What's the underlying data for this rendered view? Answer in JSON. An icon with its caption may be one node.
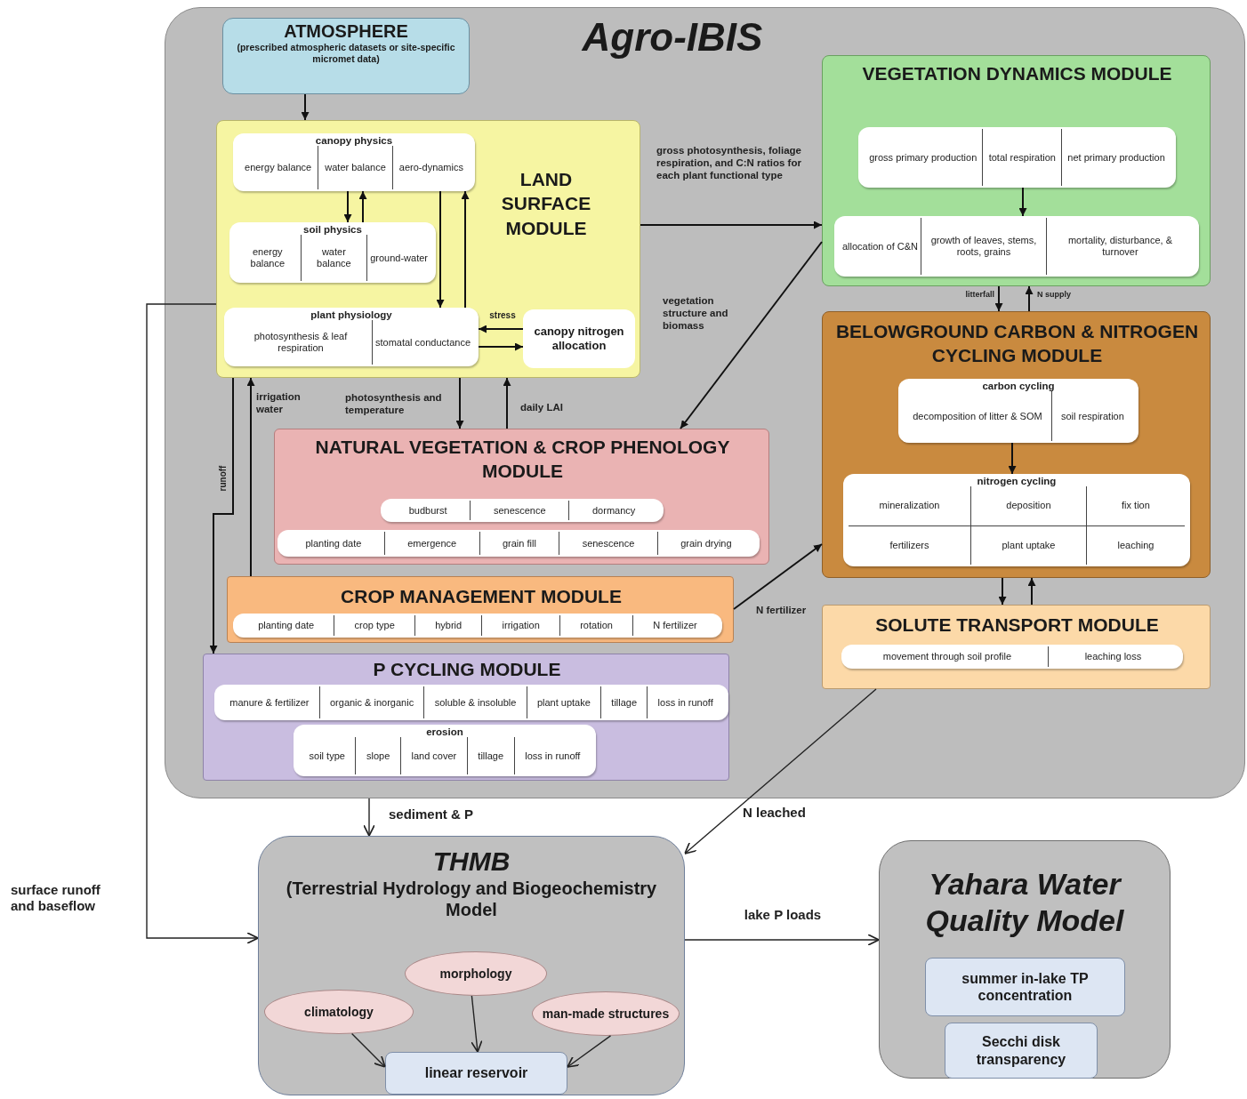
{
  "diagram": {
    "nodes": [
      {
        "text": [
          "Agro-IBIS"
        ]
      },
      {
        "text": [
          "ATMOSPHERE",
          "(prescribed atmospheric datasets or site-specific micromet data)"
        ],
        "in": 0
      },
      {
        "text": [
          "LAND SURFACE MODULE"
        ],
        "in": 0
      },
      {
        "text": [
          "canopy physics",
          "energy balance",
          "water balance",
          "aero-dynamics"
        ],
        "in": 2
      },
      {
        "text": [
          "soil physics",
          "energy balance",
          "water balance",
          "ground-water"
        ],
        "in": 2
      },
      {
        "text": [
          "plant physiology",
          "photosynthesis & leaf respiration",
          "stomatal conductance"
        ],
        "in": 2
      },
      {
        "text": [
          "canopy nitrogen allocation"
        ],
        "in": 2
      },
      {
        "text": [
          "VEGETATION DYNAMICS MODULE"
        ],
        "in": 0
      },
      {
        "text": [
          "gross primary production",
          "total respiration",
          "net primary production"
        ],
        "in": 7
      },
      {
        "text": [
          "allocation of C&N",
          "growth of leaves, stems, roots, grains",
          "mortality, disturbance, & turnover"
        ],
        "in": 7
      },
      {
        "text": [
          "BELOWGROUND CARBON & NITROGEN CYCLING MODULE"
        ],
        "in": 0
      },
      {
        "text": [
          "carbon cycling",
          "decomposition of litter & SOM",
          "soil respiration"
        ],
        "in": 10
      },
      {
        "text": [
          "nitrogen cycling",
          "mineralization",
          "deposition",
          "fix tion",
          "fertilizers",
          "plant uptake",
          "leaching"
        ],
        "in": 10
      },
      {
        "text": [
          "SOLUTE TRANSPORT MODULE"
        ],
        "in": 0
      },
      {
        "text": [
          "movement through soil profile",
          "leaching loss"
        ],
        "in": 13
      },
      {
        "text": [
          "NATURAL VEGETATION & CROP PHENOLOGY MODULE"
        ],
        "in": 0
      },
      {
        "text": [
          "budburst",
          "senescence",
          "dormancy"
        ],
        "in": 15
      },
      {
        "text": [
          "planting date",
          "emergence",
          "grain fill",
          "senescence",
          "grain drying"
        ],
        "in": 15
      },
      {
        "text": [
          "CROP MANAGEMENT MODULE"
        ],
        "in": 0
      },
      {
        "text": [
          "planting date",
          "crop type",
          "hybrid",
          "irrigation",
          "rotation",
          "N fertilizer"
        ],
        "in": 18
      },
      {
        "text": [
          "P CYCLING MODULE"
        ],
        "in": 0
      },
      {
        "text": [
          "manure & fertilizer",
          "organic & inorganic",
          "soluble & insoluble",
          "plant uptake",
          "tillage",
          "loss in runoff"
        ],
        "in": 20
      },
      {
        "text": [
          "erosion",
          "soil type",
          "slope",
          "land cover",
          "tillage",
          "loss in runoff"
        ],
        "in": 20
      },
      {
        "text": [
          "THMB",
          "(Terrestrial Hydrology and Biogeochemistry Model"
        ]
      },
      {
        "text": [
          "morphology"
        ],
        "in": 23
      },
      {
        "text": [
          "climatology"
        ],
        "in": 23
      },
      {
        "text": [
          "man-made structures"
        ],
        "in": 23
      },
      {
        "text": [
          "linear reservoir"
        ],
        "in": 23
      },
      {
        "text": [
          "Yahara Water Quality Model"
        ]
      },
      {
        "text": [
          "summer in-lake TP concentration"
        ],
        "in": 28
      },
      {
        "text": [
          "Secchi disk transparency"
        ],
        "in": 28
      }
    ],
    "edges": [
      {
        "from": 1,
        "to": 2,
        "arrow": "to"
      },
      {
        "from": 3,
        "to": 4,
        "arrow": "to"
      },
      {
        "from": 4,
        "to": 3,
        "arrow": "to"
      },
      {
        "from": 3,
        "to": 5,
        "arrow": "to"
      },
      {
        "from": 5,
        "to": 3,
        "arrow": "to"
      },
      {
        "from": 6,
        "to": 5,
        "arrow": "to",
        "label": "stress"
      },
      {
        "from": 5,
        "to": 6,
        "arrow": "to"
      },
      {
        "from": 2,
        "to": 7,
        "arrow": "to",
        "label": "gross photosynthesis, foliage respiration, and C:N ratios for each plant functional type"
      },
      {
        "from": 7,
        "to": 15,
        "arrow": "to",
        "label": "vegetation structure and biomass"
      },
      {
        "from": 8,
        "to": 9,
        "arrow": "to"
      },
      {
        "from": 7,
        "to": 10,
        "arrow": "to",
        "label": "litterfall"
      },
      {
        "from": 10,
        "to": 7,
        "arrow": "to",
        "label": "N supply"
      },
      {
        "from": 11,
        "to": 12,
        "arrow": "to"
      },
      {
        "from": 10,
        "to": 13,
        "arrow": "to"
      },
      {
        "from": 13,
        "to": 10,
        "arrow": "to"
      },
      {
        "from": 2,
        "to": 15,
        "arrow": "to",
        "label": "photosynthesis and temperature"
      },
      {
        "from": 15,
        "to": 2,
        "arrow": "to",
        "label": "daily LAI"
      },
      {
        "from": 18,
        "to": 2,
        "arrow": "to",
        "label": "irrigation water"
      },
      {
        "from": 2,
        "to": 20,
        "arrow": "to",
        "label": "runoff"
      },
      {
        "from": 18,
        "to": 10,
        "arrow": "to",
        "label": "N fertilizer"
      },
      {
        "from": 2,
        "to": 23,
        "arrow": "to",
        "label": "surface runoff and baseflow"
      },
      {
        "from": 0,
        "to": 23,
        "arrow": "to",
        "label": "sediment & P"
      },
      {
        "from": 13,
        "to": 23,
        "arrow": "to",
        "label": "N leached"
      },
      {
        "from": 23,
        "to": 28,
        "arrow": "to",
        "label": "lake P loads"
      },
      {
        "from": 25,
        "to": 27,
        "arrow": "to"
      },
      {
        "from": 24,
        "to": 27,
        "arrow": "to"
      },
      {
        "from": 26,
        "to": 27,
        "arrow": "to"
      }
    ]
  }
}
